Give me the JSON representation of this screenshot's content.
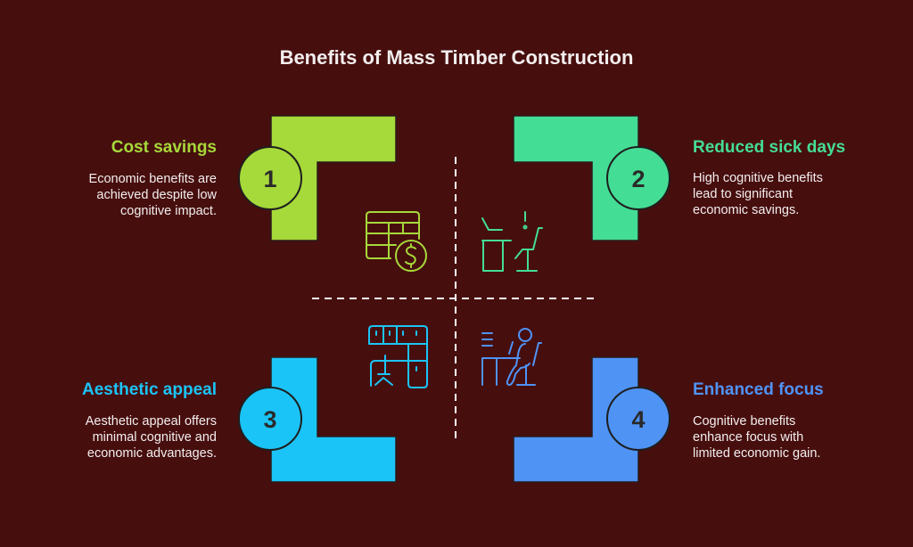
{
  "title": "Benefits of Mass Timber Construction",
  "colors": {
    "background": "#470e0e",
    "item1": "#a6d93a",
    "item2": "#44dd95",
    "item3": "#1bc4f7",
    "item4": "#4f93f5"
  },
  "items": [
    {
      "number": "1",
      "heading": "Cost savings",
      "description": [
        "Economic benefits are",
        "achieved despite low",
        "cognitive impact."
      ],
      "icon": "spreadsheet-dollar-icon"
    },
    {
      "number": "2",
      "heading": "Reduced sick days",
      "description": [
        "High cognitive benefits",
        "lead to significant",
        "economic savings."
      ],
      "icon": "empty-desk-alert-icon"
    },
    {
      "number": "3",
      "heading": "Aesthetic appeal",
      "description": [
        "Aesthetic appeal offers",
        "minimal cognitive and",
        "economic advantages."
      ],
      "icon": "office-cabinets-icon"
    },
    {
      "number": "4",
      "heading": "Enhanced focus",
      "description": [
        "Cognitive benefits",
        "enhance focus with",
        "limited economic gain."
      ],
      "icon": "person-at-desk-icon"
    }
  ]
}
